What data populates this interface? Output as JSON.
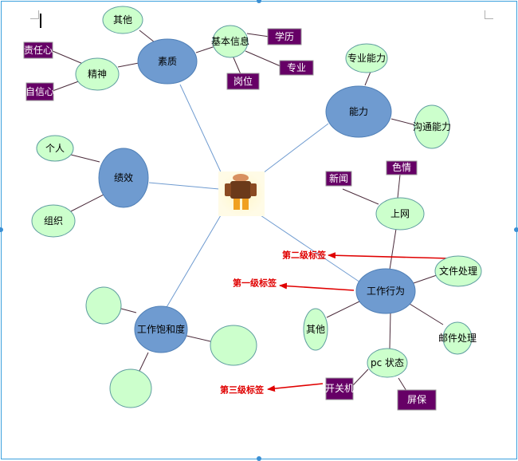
{
  "center": {
    "icon": "robot-figure-icon"
  },
  "level1": {
    "suzhi": "素质",
    "nengli": "能力",
    "jixiao": "绩效",
    "gongzuo_xingwei": "工作行为",
    "gongzuo_baohedu": "工作饱和度"
  },
  "level2": {
    "jiben_xinxi": "基本信息",
    "qita_top": "其他",
    "jingshen": "精神",
    "zhuanye_nengli": "专业能力",
    "goutong_nengli": "沟通能力",
    "geren": "个人",
    "zuzhi": "组织",
    "shangwang": "上网",
    "wenjian_chuli": "文件处理",
    "qita_bottom": "其他",
    "youjian_chuli": "邮件处理",
    "pc_zhuangtai": "pc 状态",
    "blank": ""
  },
  "level3": {
    "xueli": "学历",
    "zhuanye": "专业",
    "gangwei": "岗位",
    "zerenxin": "责任心",
    "zixinxin": "自信心",
    "xinwen": "新闻",
    "seqing": "色情",
    "kaiguanji": "开关机",
    "pingbao": "屏保"
  },
  "annotations": {
    "level2_label": "第二级标签",
    "level1_label": "第一级标签",
    "level3_label": "第三级标签"
  },
  "colors": {
    "level1_fill": "#6f9bd0",
    "level2_fill": "#ccffcc",
    "level3_fill": "#660066",
    "annotation": "#e00000",
    "connector_center": "#6f9bd0",
    "connector_other": "#4a2a3a",
    "frame": "#3aa0dd"
  }
}
